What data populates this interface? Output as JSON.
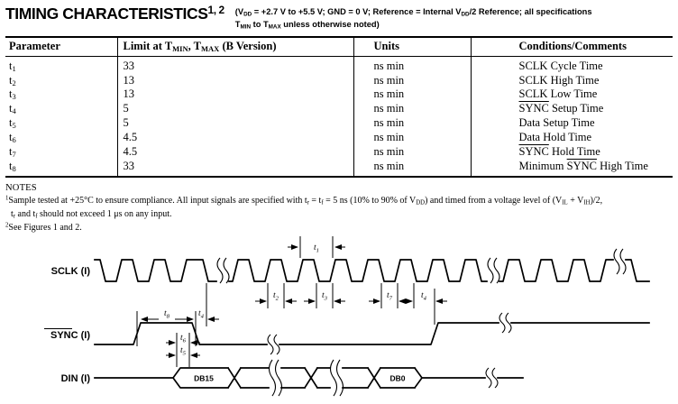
{
  "colors": {
    "ink": "#000000",
    "paper": "#ffffff"
  },
  "title": {
    "text": "TIMING CHARACTERISTICS",
    "superscript": "1, 2",
    "conditions_line1": [
      {
        "t": "(V"
      },
      {
        "t": "DD",
        "sub": true
      },
      {
        "t": " = +2.7 V to +5.5 V; GND = 0 V; Reference = Internal V"
      },
      {
        "t": "DD",
        "sub": true
      },
      {
        "t": "/2 Reference; all specifications"
      }
    ],
    "conditions_line2": [
      {
        "t": "T"
      },
      {
        "t": "MIN",
        "sub": true
      },
      {
        "t": " to T"
      },
      {
        "t": "MAX",
        "sub": true
      },
      {
        "t": " unless otherwise noted)"
      }
    ]
  },
  "table": {
    "headers": {
      "parameter": "Parameter",
      "limit": [
        {
          "t": "Limit at T"
        },
        {
          "t": "MIN",
          "sub": true
        },
        {
          "t": ", T"
        },
        {
          "t": "MAX",
          "sub": true
        },
        {
          "t": " (B Version)"
        }
      ],
      "units": "Units",
      "conditions": "Conditions/Comments"
    },
    "rows": [
      {
        "param": [
          {
            "t": "t"
          },
          {
            "t": "1",
            "sub": true
          }
        ],
        "limit": "33",
        "units": "ns min",
        "condition": [
          {
            "t": "SCLK Cycle Time"
          }
        ]
      },
      {
        "param": [
          {
            "t": "t"
          },
          {
            "t": "2",
            "sub": true
          }
        ],
        "limit": "13",
        "units": "ns min",
        "condition": [
          {
            "t": "SCLK High Time"
          }
        ]
      },
      {
        "param": [
          {
            "t": "t"
          },
          {
            "t": "3",
            "sub": true
          }
        ],
        "limit": "13",
        "units": "ns min",
        "condition": [
          {
            "t": "SCLK Low Time"
          }
        ]
      },
      {
        "param": [
          {
            "t": "t"
          },
          {
            "t": "4",
            "sub": true
          }
        ],
        "limit": "5",
        "units": "ns min",
        "condition": [
          {
            "t": "SYNC",
            "over": true
          },
          {
            "t": " Setup Time"
          }
        ]
      },
      {
        "param": [
          {
            "t": "t"
          },
          {
            "t": "5",
            "sub": true
          }
        ],
        "limit": "5",
        "units": "ns min",
        "condition": [
          {
            "t": "Data Setup Time"
          }
        ]
      },
      {
        "param": [
          {
            "t": "t"
          },
          {
            "t": "6",
            "sub": true
          }
        ],
        "limit": "4.5",
        "units": "ns min",
        "condition": [
          {
            "t": "Data Hold Time"
          }
        ]
      },
      {
        "param": [
          {
            "t": "t"
          },
          {
            "t": "7",
            "sub": true
          }
        ],
        "limit": "4.5",
        "units": "ns min",
        "condition": [
          {
            "t": "SYNC",
            "over": true
          },
          {
            "t": " Hold Time"
          }
        ]
      },
      {
        "param": [
          {
            "t": "t"
          },
          {
            "t": "8",
            "sub": true
          }
        ],
        "limit": "33",
        "units": "ns min",
        "condition": [
          {
            "t": "Minimum "
          },
          {
            "t": "SYNC",
            "over": true
          },
          {
            "t": " High Time"
          }
        ]
      }
    ]
  },
  "notes": {
    "heading": "NOTES",
    "note1_line1": [
      {
        "t": "1",
        "sup": true
      },
      {
        "t": "Sample tested at +25°C to ensure compliance. All input signals are specified with t"
      },
      {
        "t": "r",
        "sub": true
      },
      {
        "t": " = t"
      },
      {
        "t": "f",
        "sub": true
      },
      {
        "t": " = 5 ns (10% to 90% of V"
      },
      {
        "t": "DD",
        "sub": true
      },
      {
        "t": ") and timed from a voltage level of (V"
      },
      {
        "t": "IL",
        "sub": true
      },
      {
        "t": " + V"
      },
      {
        "t": "IH",
        "sub": true
      },
      {
        "t": ")/2,"
      }
    ],
    "note1_line2": [
      {
        "t": "t"
      },
      {
        "t": "r",
        "sub": true
      },
      {
        "t": " and t"
      },
      {
        "t": "f",
        "sub": true
      },
      {
        "t": " should not exceed 1 μs on any input."
      }
    ],
    "note2": [
      {
        "t": "2",
        "sup": true
      },
      {
        "t": "See Figures 1 and 2."
      }
    ]
  },
  "diagram": {
    "signals": {
      "sclk": "SCLK (I)",
      "sync": "SYNC (I)",
      "din": "DIN (I)"
    },
    "labels": {
      "t1": [
        {
          "t": "t"
        },
        {
          "t": "1",
          "sub": true
        }
      ],
      "t2": [
        {
          "t": "t"
        },
        {
          "t": "2",
          "sub": true
        }
      ],
      "t3": [
        {
          "t": "t"
        },
        {
          "t": "3",
          "sub": true
        }
      ],
      "t4": [
        {
          "t": "t"
        },
        {
          "t": "4",
          "sub": true
        }
      ],
      "t5": [
        {
          "t": "t"
        },
        {
          "t": "5",
          "sub": true
        }
      ],
      "t6": [
        {
          "t": "t"
        },
        {
          "t": "6",
          "sub": true
        }
      ],
      "t7": [
        {
          "t": "t"
        },
        {
          "t": "7",
          "sub": true
        }
      ],
      "t8": [
        {
          "t": "t"
        },
        {
          "t": "8",
          "sub": true
        }
      ],
      "db15": "DB15",
      "db0": "DB0"
    }
  }
}
